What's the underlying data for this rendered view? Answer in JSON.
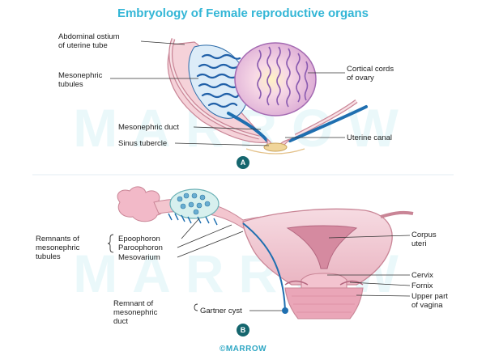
{
  "title": "Embryology of Female reproductive organs",
  "watermark": "MARROW",
  "brand": "©MARROW",
  "panel_a": {
    "badge": "A",
    "labels": {
      "abdominal_ostium": "Abdominal ostium\nof uterine tube",
      "mesonephric_tubules": "Mesonephric\ntubules",
      "cortical_cords": "Cortical cords\nof ovary",
      "mesonephric_duct": "Mesonephric duct",
      "sinus_tubercle": "Sinus tubercle",
      "uterine_canal": "Uterine canal"
    }
  },
  "panel_b": {
    "badge": "B",
    "labels": {
      "remnants_tubules": "Remnants of\nmesonephric\ntubules",
      "epoophoron": "Epoophoron",
      "paroophoron": "Paroophoron",
      "mesovarium": "Mesovarium",
      "corpus_uteri": "Corpus\nuteri",
      "cervix": "Cervix",
      "fornix": "Fornix",
      "upper_vagina": "Upper part\nof vagina",
      "remnant_duct": "Remnant of\nmesonephric\nduct",
      "gartner_cyst": "Gartner cyst"
    }
  },
  "colors": {
    "title": "#33b6d6",
    "duct_blue": "#1f6fb0",
    "tissue_pink": "#f3c6cf",
    "cortex_purple": "#9b6bb8",
    "badge": "#15666e"
  }
}
